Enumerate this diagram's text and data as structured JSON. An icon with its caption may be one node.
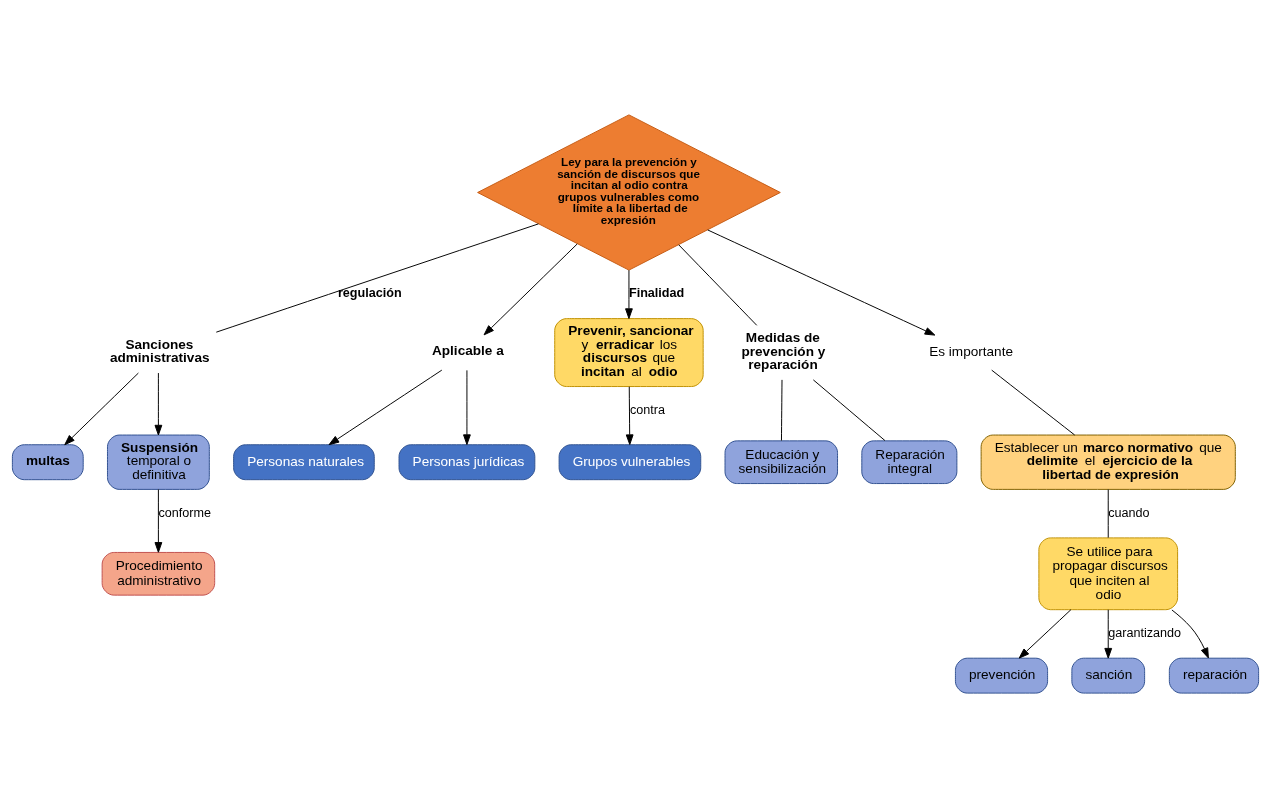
{
  "diagram": {
    "nodes": [
      {
        "text": [
          "multas"
        ]
      },
      {
        "text": [
          "**Suspensión** temporal o definitiva"
        ]
      },
      {
        "text": [
          "Procedimiento administrativo"
        ]
      },
      {
        "text": [
          "Sanciones administrativas"
        ]
      },
      {
        "text": [
          "Personas naturales"
        ]
      },
      {
        "text": [
          "Personas jurídicas"
        ]
      },
      {
        "text": [
          "Aplicable a"
        ]
      },
      {
        "text": [
          "**Prevenir, sancionar** y **erradicar** los **discursos** que **incitan** al **odio**"
        ]
      },
      {
        "text": [
          "Grupos vulnerables"
        ]
      },
      {
        "text": [
          "Educación y sensibilización"
        ]
      },
      {
        "text": [
          "Reparación integral"
        ]
      },
      {
        "text": [
          "Medidas de prevención y reparación"
        ]
      },
      {
        "text": [
          "Ley para la prevención y sanción de discursos que incitan al odio contra grupos vulnerables como límite a la libertad de expresión"
        ]
      },
      {
        "text": [
          "Es importante"
        ]
      },
      {
        "text": [
          "prevención"
        ]
      },
      {
        "text": [
          "sanción"
        ]
      },
      {
        "text": [
          "reparación"
        ]
      },
      {
        "text": [
          "Establecer un **marco normativo** que **delimite** el **ejercicio de la libertad de expresión**"
        ]
      },
      {
        "text": [
          "Se utilice para propagar discursos que inciten al odio"
        ]
      }
    ],
    "edges": [
      {
        "from": 12,
        "to": 3,
        "arrow": "none",
        "label": "regulación"
      },
      {
        "from": 3,
        "to": 0,
        "arrow": "to"
      },
      {
        "from": 3,
        "to": 1,
        "arrow": "to"
      },
      {
        "from": 1,
        "to": 2,
        "arrow": "to",
        "label": "conforme"
      },
      {
        "from": 12,
        "to": 11,
        "arrow": "none"
      },
      {
        "from": 11,
        "to": 9,
        "arrow": "none"
      },
      {
        "from": 11,
        "to": 10,
        "arrow": "none"
      },
      {
        "from": 12,
        "to": 6,
        "arrow": "to"
      },
      {
        "from": 6,
        "to": 4,
        "arrow": "to"
      },
      {
        "from": 6,
        "to": 5,
        "arrow": "to"
      },
      {
        "from": 12,
        "to": 7,
        "arrow": "to",
        "label": "Finalidad"
      },
      {
        "from": 7,
        "to": 8,
        "arrow": "to",
        "label": "contra"
      },
      {
        "from": 12,
        "to": 13,
        "arrow": "to"
      },
      {
        "from": 13,
        "to": 17,
        "arrow": "none"
      },
      {
        "from": 17,
        "to": 18,
        "arrow": "none",
        "label": "cuando"
      },
      {
        "from": 18,
        "to": 14,
        "arrow": "to"
      },
      {
        "from": 18,
        "to": 15,
        "arrow": "to",
        "label": "garantizando"
      },
      {
        "from": 18,
        "to": 16,
        "arrow": "to"
      }
    ]
  }
}
